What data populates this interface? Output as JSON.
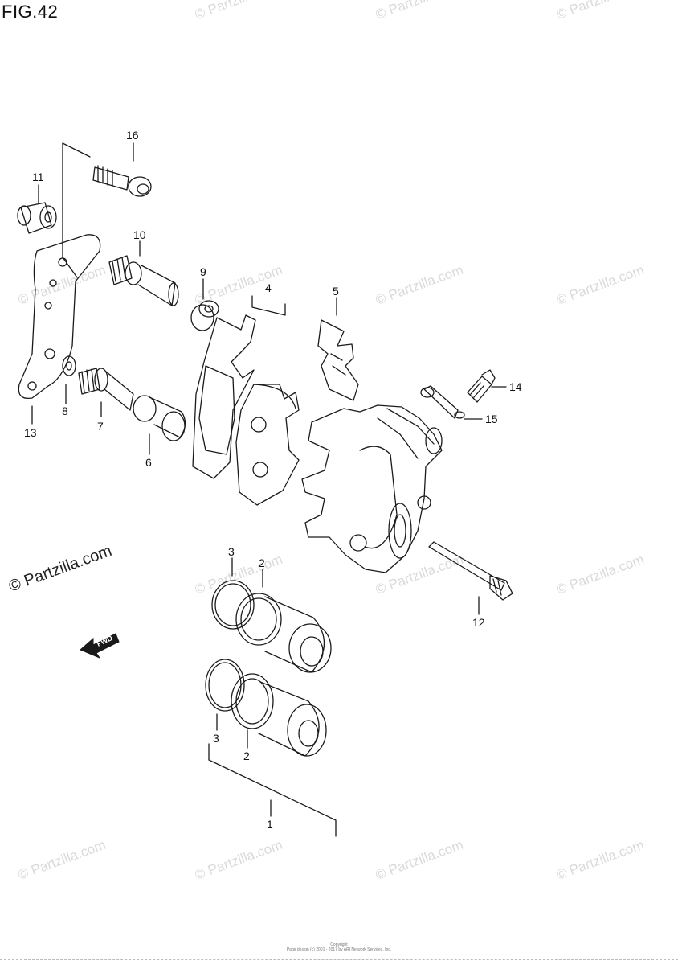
{
  "figure": {
    "title": "FIG.42"
  },
  "watermarks": {
    "text": "© Partzilla.com",
    "edge_text": "© Partzilla.com"
  },
  "callouts": [
    "16",
    "11",
    "10",
    "9",
    "4",
    "5",
    "14",
    "15",
    "13",
    "8",
    "7",
    "6",
    "3",
    "2",
    "12",
    "3",
    "2",
    "1"
  ],
  "labels": {
    "fwd_arrow": "FWD"
  },
  "footer": {
    "line1": "Copyright",
    "line2": "Page design (c) 2001 - 2017 by ARI Network Services, Inc."
  },
  "colors": {
    "line": "#1a1a1a",
    "watermark": "#dadada",
    "background": "#ffffff"
  }
}
